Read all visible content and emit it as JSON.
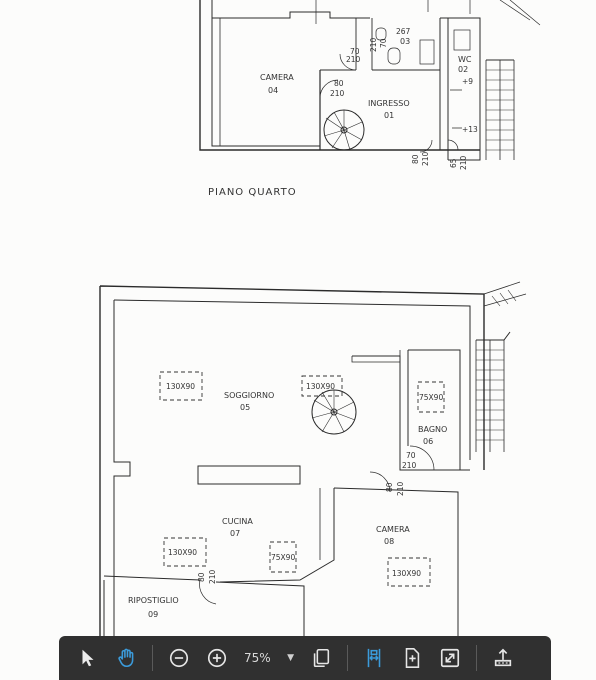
{
  "plan": {
    "floor_title": "PIANO QUARTO",
    "upper_rooms": [
      {
        "name": "CAMERA",
        "number": "04"
      },
      {
        "name": "INGRESSO",
        "number": "01"
      },
      {
        "name": "WC",
        "number": "02"
      },
      {
        "name": "03",
        "number": ""
      }
    ],
    "upper_dims": {
      "d_267": "267",
      "d_70": "70",
      "d_210a": "210",
      "d_80": "80",
      "d_210b": "210",
      "d_70b": "70",
      "d_210c": "210",
      "d_80b": "80",
      "d_210d": "210",
      "d_65": "65",
      "d_210e": "210",
      "lvl_9": "+9",
      "lvl_13": "+13"
    },
    "lower_rooms": [
      {
        "name": "SOGGIORNO",
        "number": "05"
      },
      {
        "name": "BAGNO",
        "number": "06"
      },
      {
        "name": "CUCINA",
        "number": "07"
      },
      {
        "name": "CAMERA",
        "number": "08"
      },
      {
        "name": "RIPOSTIGLIO",
        "number": "09"
      }
    ],
    "skylights": [
      "130X90",
      "130X90",
      "75X90",
      "130X90",
      "75X90",
      "130X90"
    ],
    "lower_dims": {
      "d_70": "70",
      "d_210a": "210",
      "d_80a": "80",
      "d_210b": "210",
      "d_80b": "80",
      "d_210c": "210"
    }
  },
  "toolbar": {
    "zoom_value": "75%",
    "icons": {
      "select": "pointer-icon",
      "hand": "hand-icon",
      "zoom_out": "zoom-out-icon",
      "zoom_in": "zoom-in-icon",
      "pages": "copy-pages-icon",
      "fit_width": "fit-width-icon",
      "fit_page": "fit-page-icon",
      "fullscreen": "fullscreen-icon",
      "export": "export-icon"
    },
    "colors": {
      "background": "#303030",
      "active_icon": "#3b9bdb",
      "icon": "#e6e6e6"
    }
  }
}
